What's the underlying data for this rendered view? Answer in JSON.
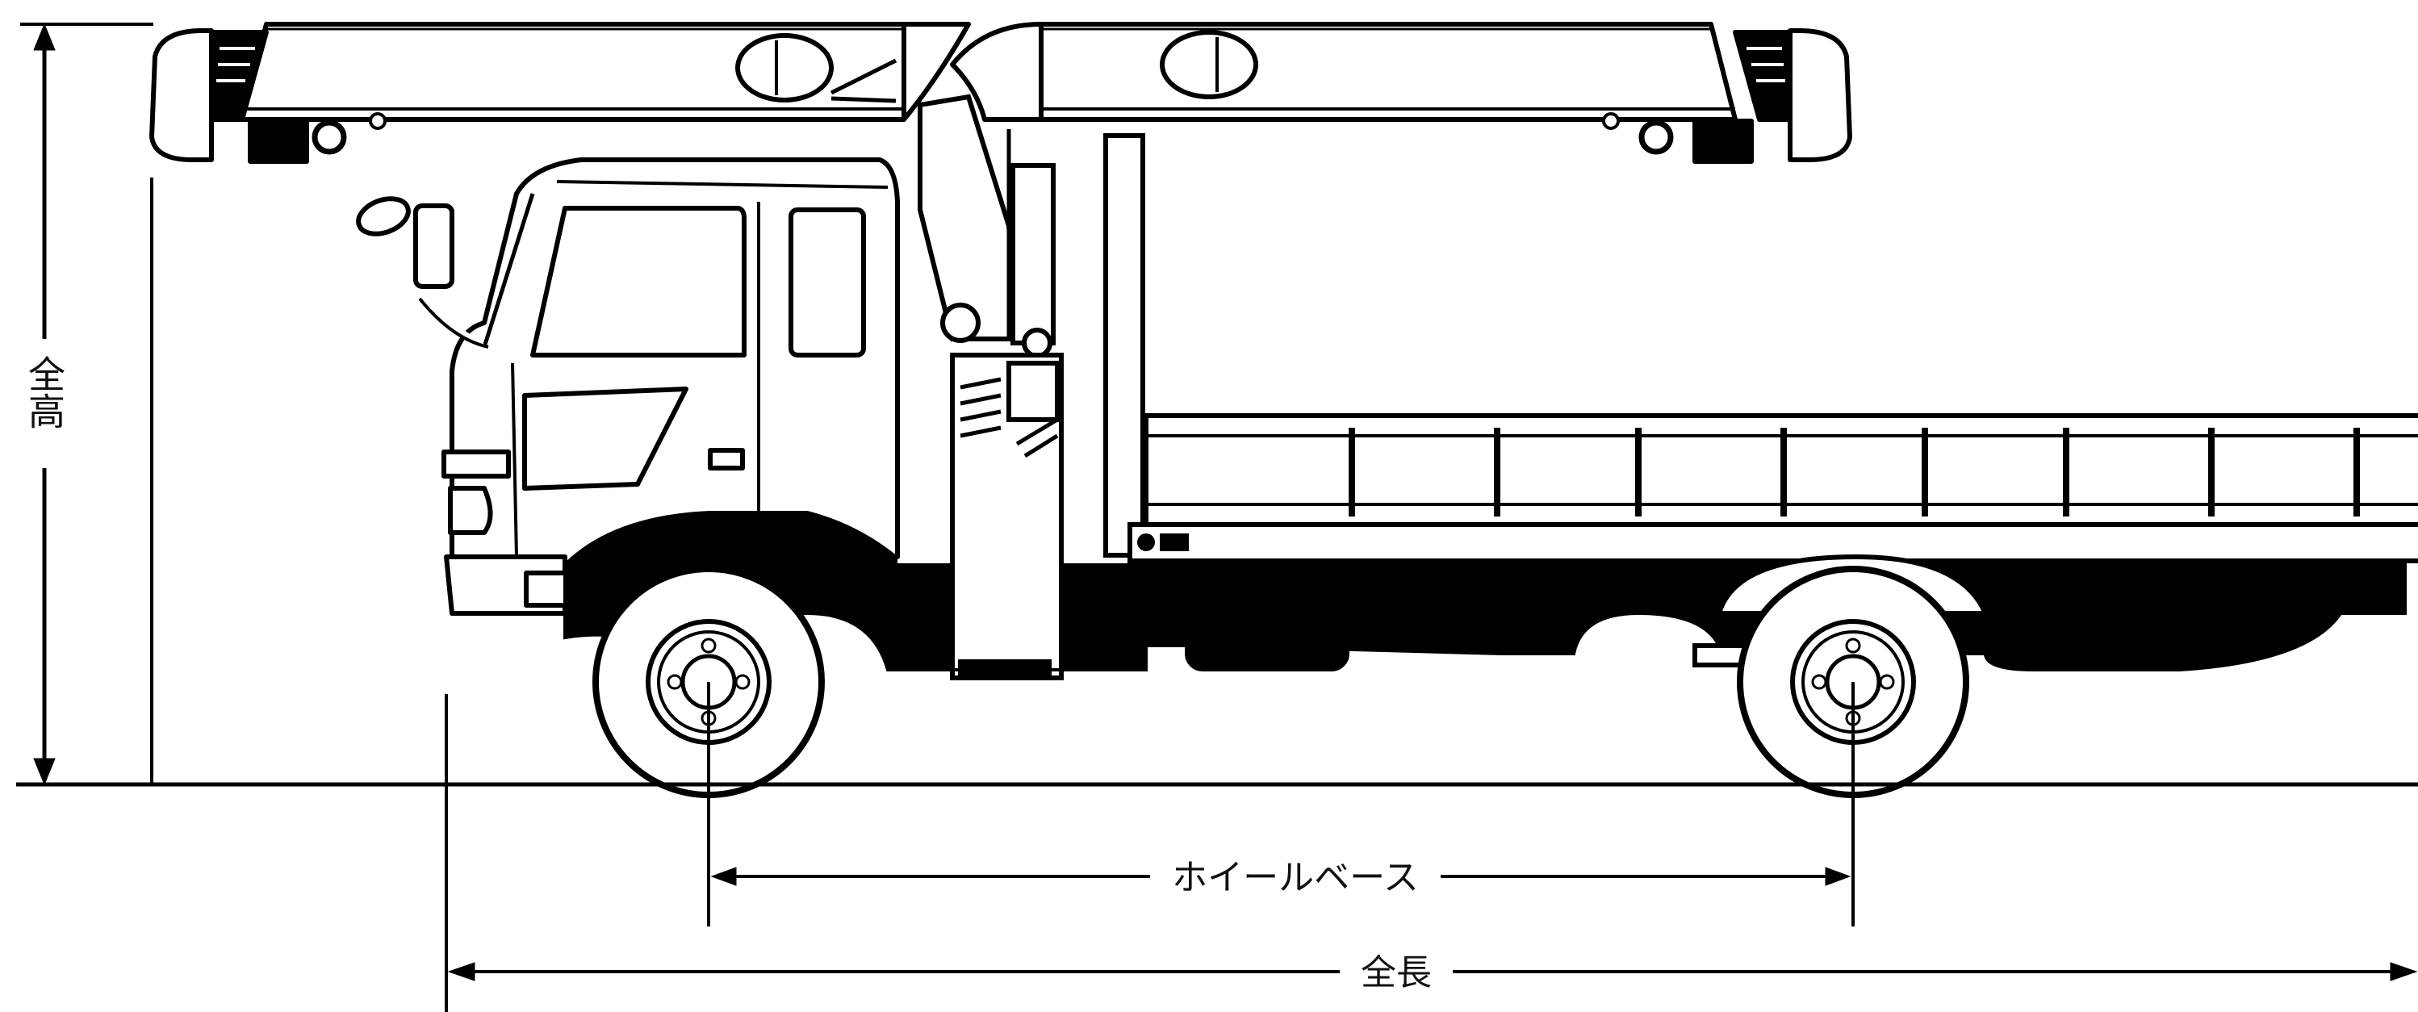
{
  "labels": {
    "overall_height": "全高",
    "wheelbase": "ホイールベース",
    "overall_length": "全長"
  },
  "colors": {
    "ink": "#000000",
    "paper": "#ffffff"
  }
}
